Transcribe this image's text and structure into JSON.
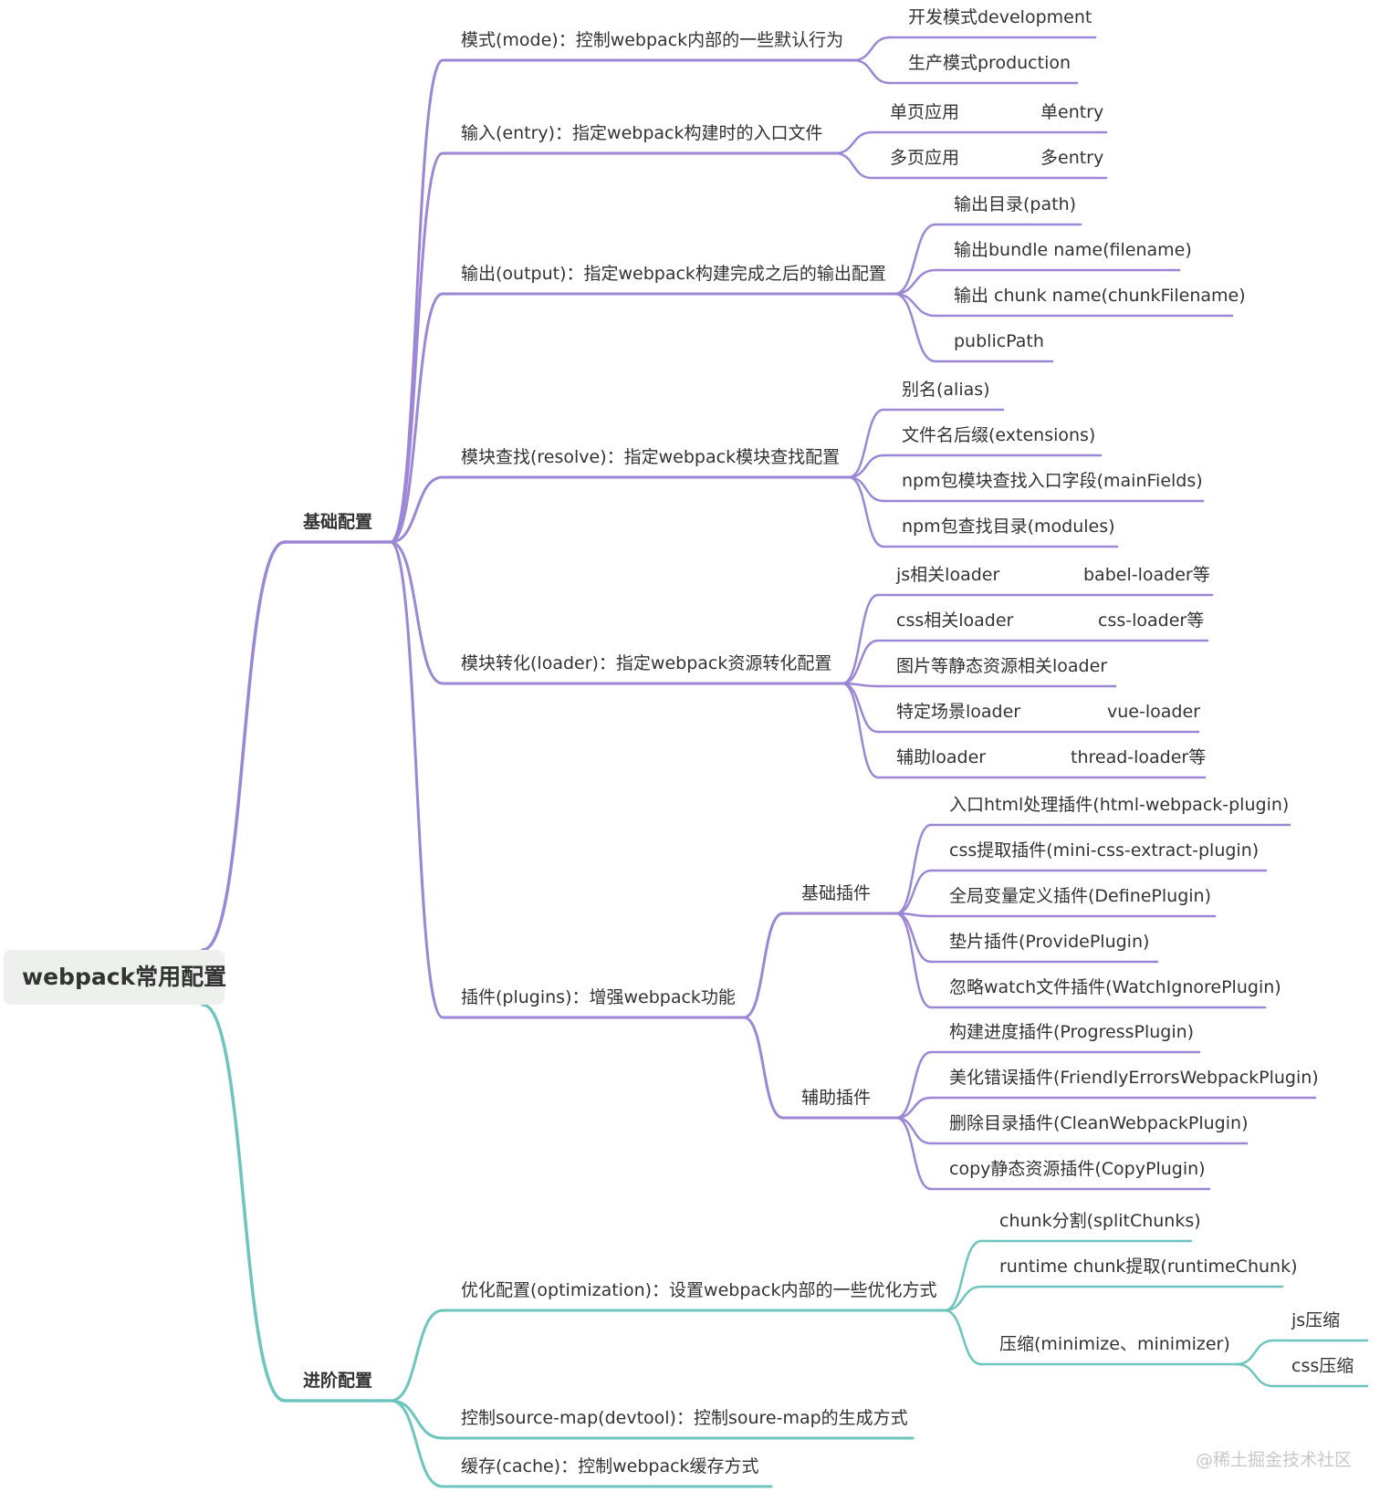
{
  "colors": {
    "purple": "#9b87d6",
    "teal": "#6cc6bd",
    "watermark": "#c8c8c8"
  },
  "root": "webpack常用配置",
  "watermark": "@稀土掘金技术社区",
  "basic": {
    "label": "基础配置",
    "mode": {
      "label": "模式(mode)：控制webpack内部的一些默认行为",
      "children": [
        "开发模式development",
        "生产模式production"
      ]
    },
    "entry": {
      "label": "输入(entry)：指定webpack构建时的入口文件",
      "children": [
        {
          "label": "单页应用",
          "value": "单entry"
        },
        {
          "label": "多页应用",
          "value": "多entry"
        }
      ]
    },
    "output": {
      "label": "输出(output)：指定webpack构建完成之后的输出配置",
      "children": [
        "输出目录(path)",
        "输出bundle name(filename)",
        "输出 chunk name(chunkFilename)",
        "publicPath"
      ]
    },
    "resolve": {
      "label": "模块查找(resolve)：指定webpack模块查找配置",
      "children": [
        "别名(alias)",
        "文件名后缀(extensions)",
        "npm包模块查找入口字段(mainFields)",
        "npm包查找目录(modules)"
      ]
    },
    "loader": {
      "label": "模块转化(loader)：指定webpack资源转化配置",
      "children": [
        {
          "label": "js相关loader",
          "value": "babel-loader等"
        },
        {
          "label": "css相关loader",
          "value": "css-loader等"
        },
        {
          "label": "图片等静态资源相关loader",
          "value": ""
        },
        {
          "label": "特定场景loader",
          "value": "vue-loader"
        },
        {
          "label": "辅助loader",
          "value": "thread-loader等"
        }
      ]
    },
    "plugins": {
      "label": "插件(plugins)：增强webpack功能",
      "basic": {
        "label": "基础插件",
        "children": [
          "入口html处理插件(html-webpack-plugin)",
          "css提取插件(mini-css-extract-plugin)",
          "全局变量定义插件(DefinePlugin)",
          "垫片插件(ProvidePlugin)",
          "忽略watch文件插件(WatchIgnorePlugin)"
        ]
      },
      "aux": {
        "label": "辅助插件",
        "children": [
          "构建进度插件(ProgressPlugin)",
          "美化错误插件(FriendlyErrorsWebpackPlugin)",
          "删除目录插件(CleanWebpackPlugin)",
          "copy静态资源插件(CopyPlugin)"
        ]
      }
    }
  },
  "advanced": {
    "label": "进阶配置",
    "optimization": {
      "label": "优化配置(optimization)：设置webpack内部的一些优化方式",
      "children": [
        "chunk分割(splitChunks)",
        "runtime chunk提取(runtimeChunk)"
      ],
      "minimize": {
        "label": "压缩(minimize、minimizer)",
        "children": [
          "js压缩",
          "css压缩"
        ]
      }
    },
    "devtool": "控制source-map(devtool)：控制soure-map的生成方式",
    "cache": "缓存(cache)：控制webpack缓存方式"
  }
}
